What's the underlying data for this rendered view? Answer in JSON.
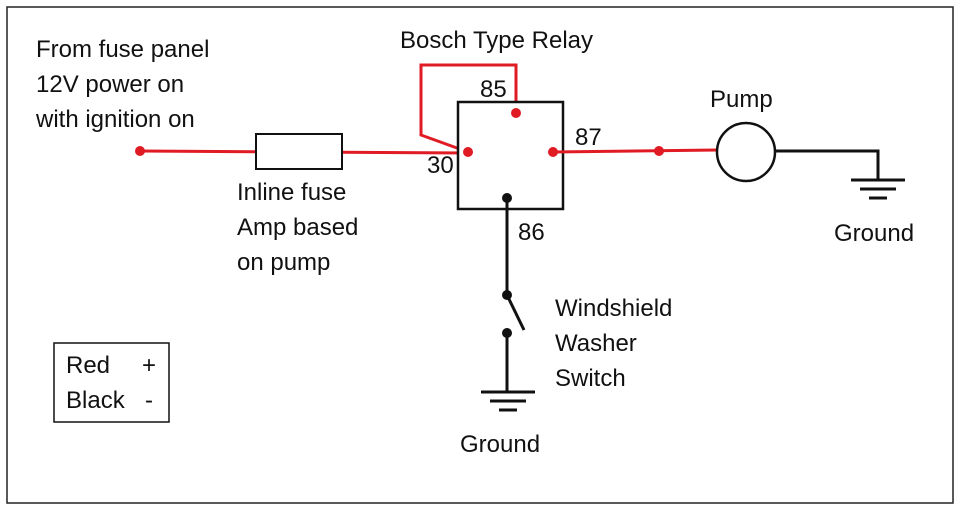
{
  "colors": {
    "positive_wire": "#e01b24",
    "negative_wire": "#111111",
    "border": "#222222",
    "background": "#ffffff"
  },
  "labels": {
    "source_line1": "From fuse panel",
    "source_line2": "12V power on",
    "source_line3": "with ignition on",
    "relay_title": "Bosch Type Relay",
    "fuse_line1": "Inline fuse",
    "fuse_line2": "Amp based",
    "fuse_line3": "on pump",
    "pump": "Pump",
    "ground_pump": "Ground",
    "ground_switch": "Ground",
    "switch_line1": "Windshield",
    "switch_line2": "Washer",
    "switch_line3": "Switch"
  },
  "relay_pins": {
    "pin85": "85",
    "pin30": "30",
    "pin87": "87",
    "pin86": "86"
  },
  "legend": {
    "red_label": "Red",
    "red_symbol": "+",
    "black_label": "Black",
    "black_symbol": "-"
  }
}
